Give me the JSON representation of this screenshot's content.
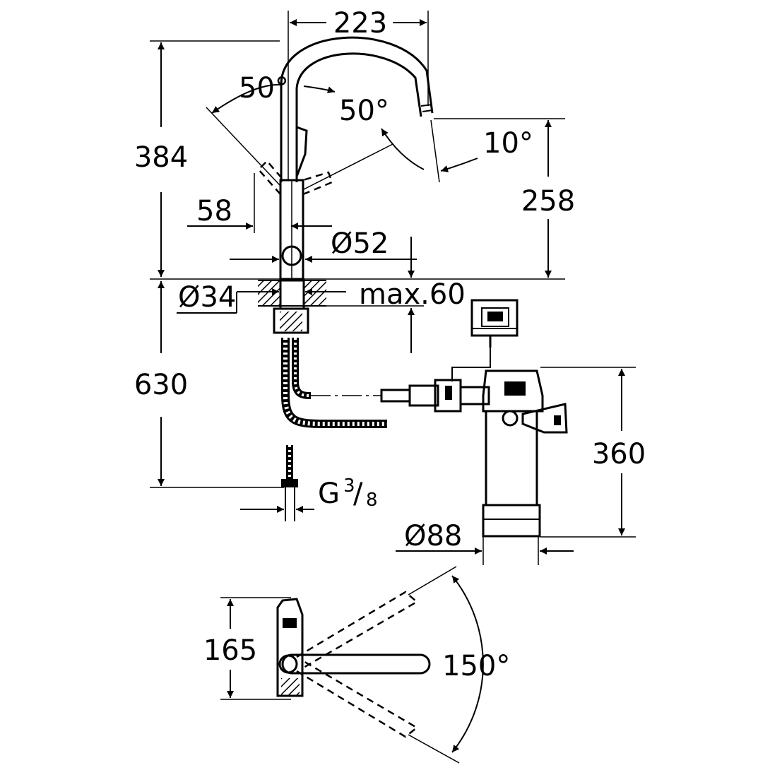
{
  "dimensions": {
    "spout_reach": "223",
    "swivel_angle_left": "50°",
    "swivel_angle_right": "50°",
    "spout_tilt": "10°",
    "total_height": "384",
    "outlet_height": "258",
    "lever_offset": "58",
    "body_diameter": "Ø52",
    "hole_diameter": "Ø34",
    "max_thickness": "max.60",
    "hose_length": "630",
    "connection_thread": "G",
    "thread_numerator": "3",
    "thread_denominator": "8",
    "filter_height": "360",
    "filter_diameter": "Ø88",
    "top_depth": "165",
    "rotation_angle": "150°"
  }
}
